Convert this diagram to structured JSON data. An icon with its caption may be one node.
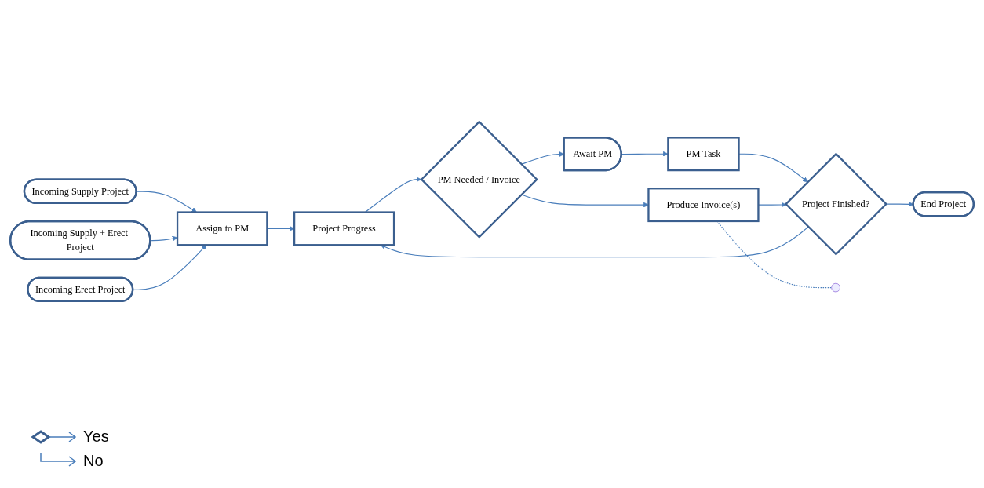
{
  "diagram": {
    "nodes": [
      {
        "text": [
          "Incoming Supply Project"
        ]
      },
      {
        "text": [
          "Incoming Supply + Erect Project"
        ]
      },
      {
        "text": [
          "Incoming Erect Project"
        ]
      },
      {
        "text": [
          "Assign to PM"
        ]
      },
      {
        "text": [
          "Project Progress"
        ]
      },
      {
        "text": [
          "PM Needed / Invoice"
        ]
      },
      {
        "text": [
          "Await PM"
        ]
      },
      {
        "text": [
          "PM Task"
        ]
      },
      {
        "text": [
          "Produce Invoice(s)"
        ]
      },
      {
        "text": [
          "Project Finished?"
        ]
      },
      {
        "text": [
          "End Project"
        ]
      },
      {
        "text": [],
        "shape": "circle"
      }
    ],
    "edges": [
      {
        "from": 0,
        "to": 3,
        "arrow": "to"
      },
      {
        "from": 1,
        "to": 3,
        "arrow": "to"
      },
      {
        "from": 2,
        "to": 3,
        "arrow": "to"
      },
      {
        "from": 3,
        "to": 4,
        "arrow": "to"
      },
      {
        "from": 4,
        "to": 5,
        "arrow": "to"
      },
      {
        "from": 5,
        "to": 6,
        "arrow": "to"
      },
      {
        "from": 5,
        "to": 8,
        "arrow": "to"
      },
      {
        "from": 6,
        "to": 7,
        "arrow": "to"
      },
      {
        "from": 7,
        "to": 9,
        "arrow": "to"
      },
      {
        "from": 8,
        "to": 9,
        "arrow": "to"
      },
      {
        "from": 9,
        "to": 10,
        "arrow": "to"
      },
      {
        "from": 9,
        "to": 4,
        "arrow": "to"
      },
      {
        "from": 8,
        "to": 11,
        "arrow": "none",
        "style": "dashed"
      }
    ],
    "legend": [
      {
        "text": "Yes"
      },
      {
        "text": "No"
      }
    ]
  }
}
